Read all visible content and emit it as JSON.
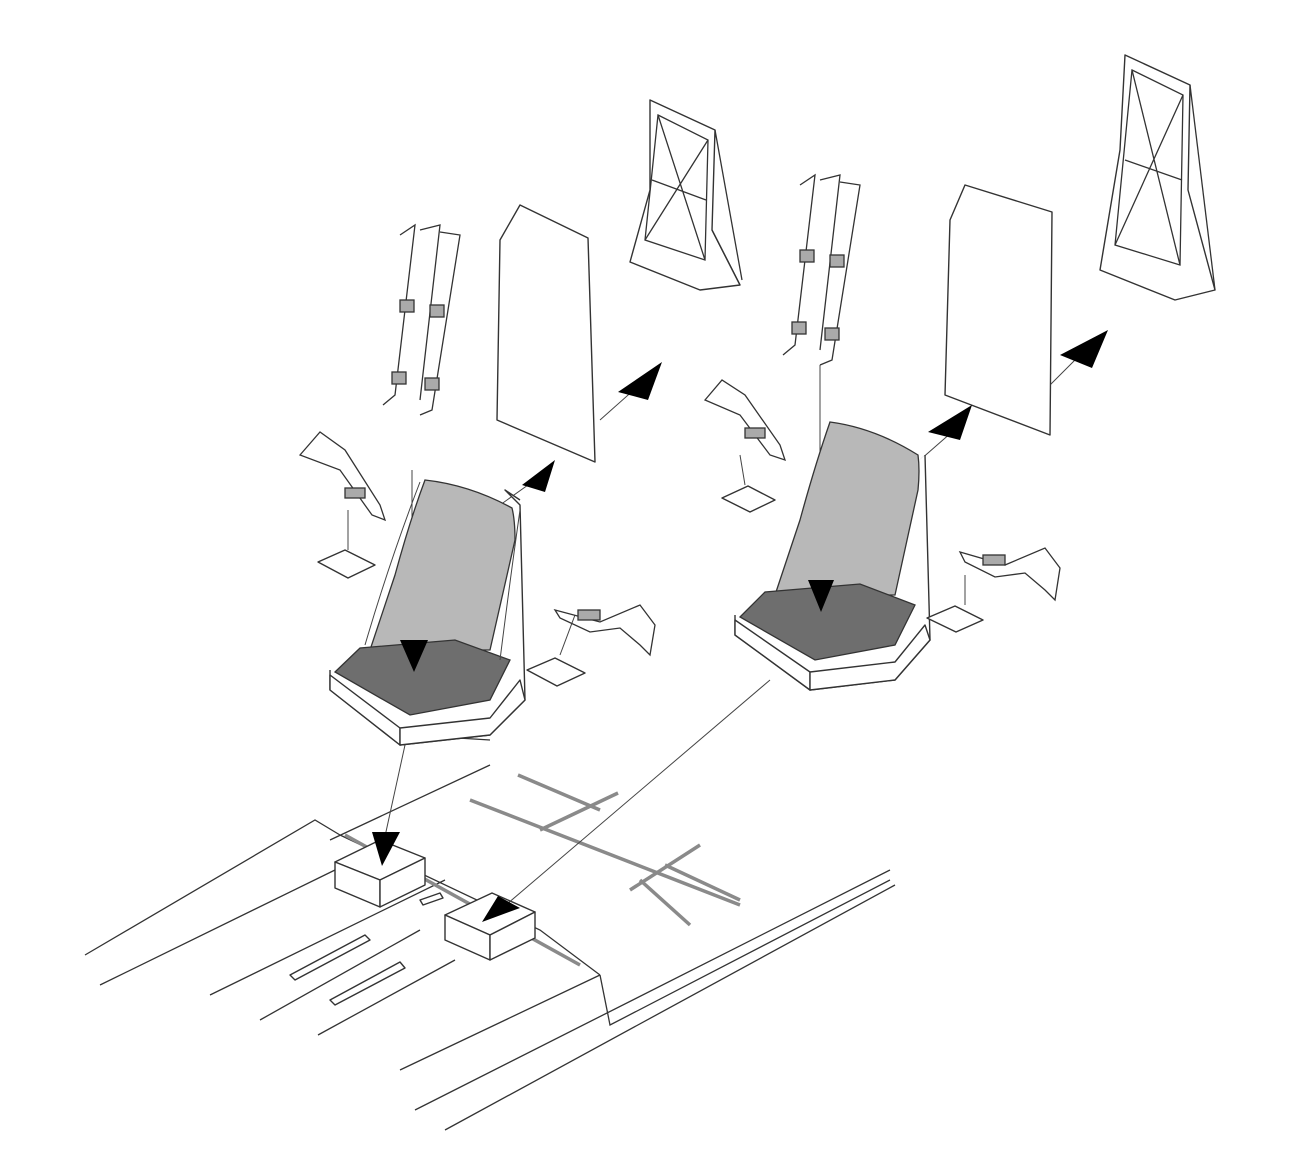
{
  "diagram": {
    "kind": "exploded assembly drawing",
    "colors": {
      "background": "#ffffff",
      "line": "#333333",
      "seat_back": "#b8b8b8",
      "seat_cushion": "#6e6e6e",
      "rail": "#8a8a8a",
      "arrow": "#000000"
    },
    "parts": [
      "seat",
      "seat-harness",
      "lap-belt",
      "armor-plate",
      "headrest-frame",
      "seat-mount",
      "floor"
    ]
  }
}
